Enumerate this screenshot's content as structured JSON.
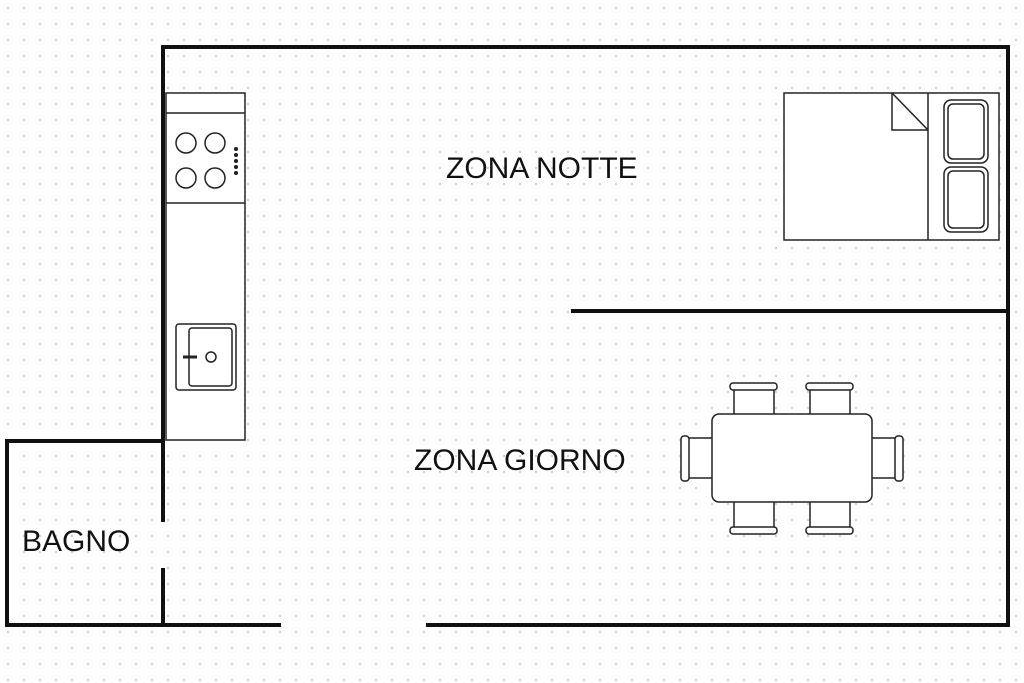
{
  "rooms": {
    "zona_notte": "ZONA NOTTE",
    "zona_giorno": "ZONA GIORNO",
    "bagno": "BAGNO"
  },
  "colors": {
    "wall": "#111111",
    "background": "#ffffff",
    "grid_dot": "#c9c9c9"
  },
  "icons": [
    "stove-icon",
    "sink-icon",
    "bed-icon",
    "pillow-icon",
    "dining-table-icon",
    "chair-icon"
  ]
}
